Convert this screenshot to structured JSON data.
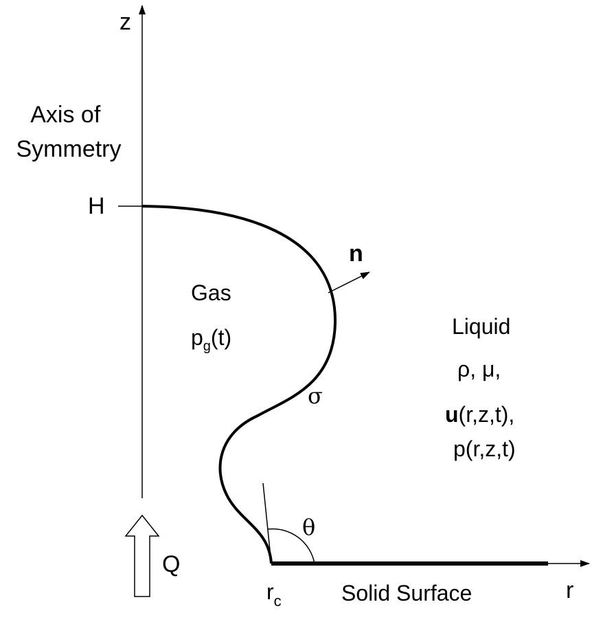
{
  "axes": {
    "z_label": "z",
    "r_label": "r"
  },
  "axis_of_symmetry": {
    "line1": "Axis of",
    "line2": "Symmetry"
  },
  "height_label": "H",
  "normal_label": "n",
  "gas": {
    "title": "Gas",
    "pressure_symbol": "p",
    "pressure_subscript": "g",
    "pressure_args": "(t)"
  },
  "surface_tension_symbol": "σ",
  "liquid": {
    "title": "Liquid",
    "properties": "ρ,  μ,",
    "velocity_symbol": "u",
    "velocity_args": "(r,z,t),",
    "pressure": "p(r,z,t)"
  },
  "contact_angle_symbol": "θ",
  "flow_label": "Q",
  "contact_radius": {
    "symbol": "r",
    "subscript": "c"
  },
  "solid_label": "Solid Surface"
}
